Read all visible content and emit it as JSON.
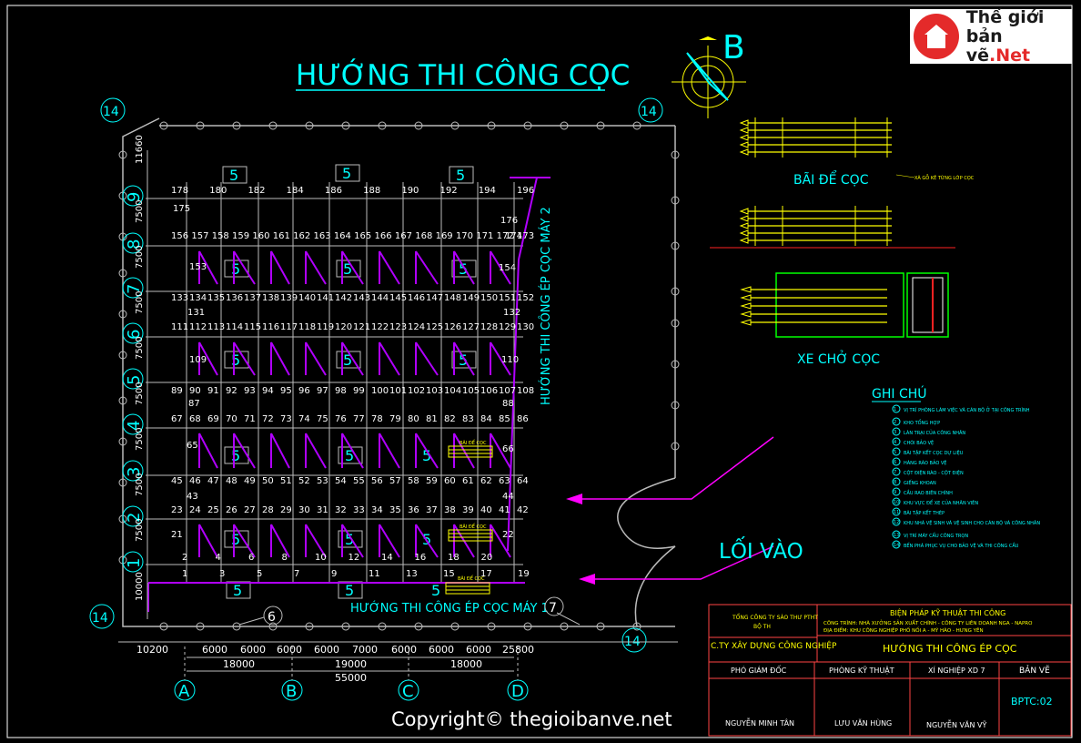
{
  "title": "HƯỚNG THI CÔNG CỌC",
  "north_label": "B",
  "corner_label": "14",
  "pile_label": "5",
  "pile_count_row": "5",
  "pile_yard": "BÃI ĐỂ CỌC",
  "pile_yard_note": "XÀ GỖ KÊ TỪNG LỚP CỌC",
  "truck": "XE CHỞ CỌC",
  "notes_title": "GHI CHÚ",
  "notes": [
    "VỊ TRÍ PHÒNG LÀM VIỆC VÀ CÁN BỘ Ở TẠI CÔNG TRÌNH",
    "KHO TỔNG HỢP",
    "LÁN TRẠI CỦA CÔNG NHÂN",
    "CHÒI BẢO VỆ",
    "BÃI TẬP KẾT CỌC DỰ LIỆU",
    "HÀNG RÀO BẢO VỆ",
    "CỘT ĐIỆN RÀO - CỘT ĐIỆN",
    "GIẾNG KHOAN",
    "CẦU RAO BIÊN CHÍNH",
    "KHU VỰC ĐỂ XE CỦA NHÂN VIÊN",
    "BÃI TẬP KẾT THÉP",
    "KHU NHÀ VỆ SINH VÀ VỆ SINH CHO CÁN BỘ VÀ CÔNG NHÂN",
    "VỊ TRÍ MÁY CẨU CÔNG TRỌN",
    "BỂN PHÁ PHỤC VỤ CHO BẢO VỆ VÀ THI CÔNG CẦU"
  ],
  "entrance": "LỐI VÀO",
  "machine1": "HƯỚNG THI CÔNG ÉP CỌC MÁY 1",
  "machine2": "HƯỚNG THI CÔNG ÉP CỌC MÁY 2",
  "small_yard": "BÃI ĐỂ CỌC",
  "num6": "6",
  "num7": "7",
  "row_labels": [
    "9",
    "8",
    "7",
    "6",
    "5",
    "4",
    "3",
    "2",
    "1"
  ],
  "col_labels": [
    "A",
    "B",
    "C",
    "D"
  ],
  "left_dims": [
    "11660",
    "7500",
    "7500",
    "7500",
    "7500",
    "7500",
    "7500",
    "7500",
    "7500",
    "10000"
  ],
  "bottom_dims": [
    "10200",
    "6000",
    "6000",
    "6000",
    "6000",
    "7000",
    "6000",
    "6000",
    "6000",
    "25800"
  ],
  "dim_18000a": "18000",
  "dim_19000": "19000",
  "dim_18000b": "18000",
  "dim_55000": "55000",
  "title_block": {
    "company1": "TỔNG CÔNG TY SÀO THƯ PTHT",
    "company2": "BỘ TH",
    "company3": "C.TY XÂY DỰNG CÔNG NGHIỆP",
    "project_title": "BIỆN PHÁP KỸ THUẬT THI CÔNG",
    "project_line1": "CÔNG TRÌNH:   NHÀ XƯỞNG SẢN XUẤT CHÍNH - CÔNG TY LIÊN DOANH NGA - NAPRO",
    "project_line2": "ĐỊA ĐIỂM:   KHU CÔNG NGHIỆP PHỐ NỐI A - MỸ HÀO - HƯNG YÊN",
    "sheet_name": "HƯỚNG THI CÔNG ÉP CỌC",
    "role1": "PHÓ GIÁM ĐỐC",
    "role2": "PHÒNG KỸ THUẬT",
    "role3": "XÍ NGHIỆP XD 7",
    "role4": "BẢN VẼ",
    "sheet_code": "BPTC:02",
    "name1": "NGUYỄN MINH TÂN",
    "name2": "LƯU VĂN HÙNG",
    "name3": "NGUYỄN VĂN VỸ"
  },
  "logo_line1": "Thế giới",
  "logo_line2a": "bản vẽ",
  "logo_line2b": ".Net",
  "copyright": "Copyright© thegioibanve.net",
  "colors": {
    "cyan": "#00ffff",
    "purple": "#b000ff",
    "yellow": "#ffff00",
    "magenta": "#ff00ff",
    "background": "#000000"
  }
}
